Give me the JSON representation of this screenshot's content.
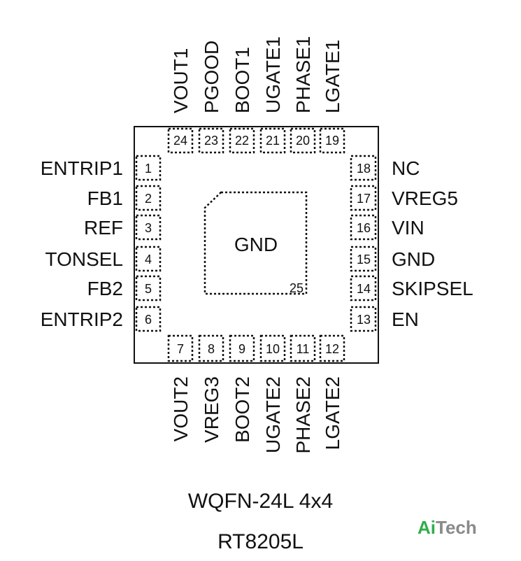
{
  "pins": {
    "left": [
      {
        "num": "1",
        "name": "ENTRIP1"
      },
      {
        "num": "2",
        "name": "FB1"
      },
      {
        "num": "3",
        "name": "REF"
      },
      {
        "num": "4",
        "name": "TONSEL"
      },
      {
        "num": "5",
        "name": "FB2"
      },
      {
        "num": "6",
        "name": "ENTRIP2"
      }
    ],
    "bottom": [
      {
        "num": "7",
        "name": "VOUT2"
      },
      {
        "num": "8",
        "name": "VREG3"
      },
      {
        "num": "9",
        "name": "BOOT2"
      },
      {
        "num": "10",
        "name": "UGATE2"
      },
      {
        "num": "11",
        "name": "PHASE2"
      },
      {
        "num": "12",
        "name": "LGATE2"
      }
    ],
    "right": [
      {
        "num": "13",
        "name": "EN"
      },
      {
        "num": "14",
        "name": "SKIPSEL"
      },
      {
        "num": "15",
        "name": "GND"
      },
      {
        "num": "16",
        "name": "VIN"
      },
      {
        "num": "17",
        "name": "VREG5"
      },
      {
        "num": "18",
        "name": "NC"
      }
    ],
    "top": [
      {
        "num": "19",
        "name": "LGATE1"
      },
      {
        "num": "20",
        "name": "PHASE1"
      },
      {
        "num": "21",
        "name": "UGATE1"
      },
      {
        "num": "22",
        "name": "BOOT1"
      },
      {
        "num": "23",
        "name": "PGOOD"
      },
      {
        "num": "24",
        "name": "VOUT1"
      }
    ]
  },
  "exposed_pad": {
    "num": "25",
    "name": "GND"
  },
  "package": "WQFN-24L 4x4",
  "part": "RT8205L",
  "brand": {
    "ai": "Ai",
    "tech": "Tech",
    "ai_color": "#2fae4a",
    "tech_color": "#8a8a8a"
  }
}
